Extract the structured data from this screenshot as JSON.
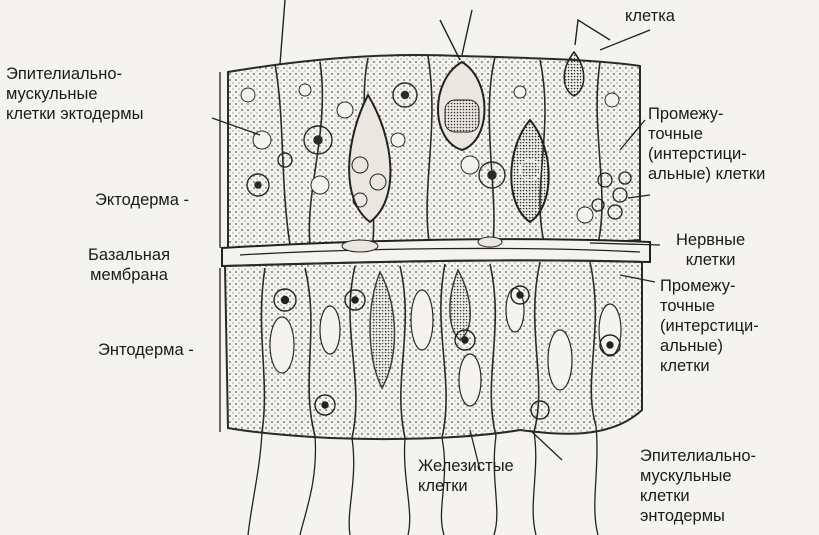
{
  "labels": {
    "top_cell": [
      "клетка"
    ],
    "epi_ecto": [
      "Эпителиально-",
      "мускульные",
      "клетки эктодермы"
    ],
    "ectoderm": [
      "Эктодерма -"
    ],
    "basal": [
      "Базальная",
      "мембрана"
    ],
    "endoderm": [
      "Энтодерма -"
    ],
    "interstitial_top": [
      "Промежу-",
      "точные",
      "(интерстици-",
      "альные) клетки"
    ],
    "nerve": [
      "Нервные",
      "клетки"
    ],
    "interstitial_bottom": [
      "Промежу-",
      "точные",
      "(интерстици-",
      "альные)",
      "клетки"
    ],
    "glandular": [
      "Железистые",
      "клетки"
    ],
    "epi_endo": [
      "Эпителиально-",
      "мускульные",
      "клетки",
      "энтодермы"
    ]
  },
  "colors": {
    "ink": "#2a2a2a",
    "background": "#f4f3ef",
    "tissue": "#e9e7e0"
  }
}
